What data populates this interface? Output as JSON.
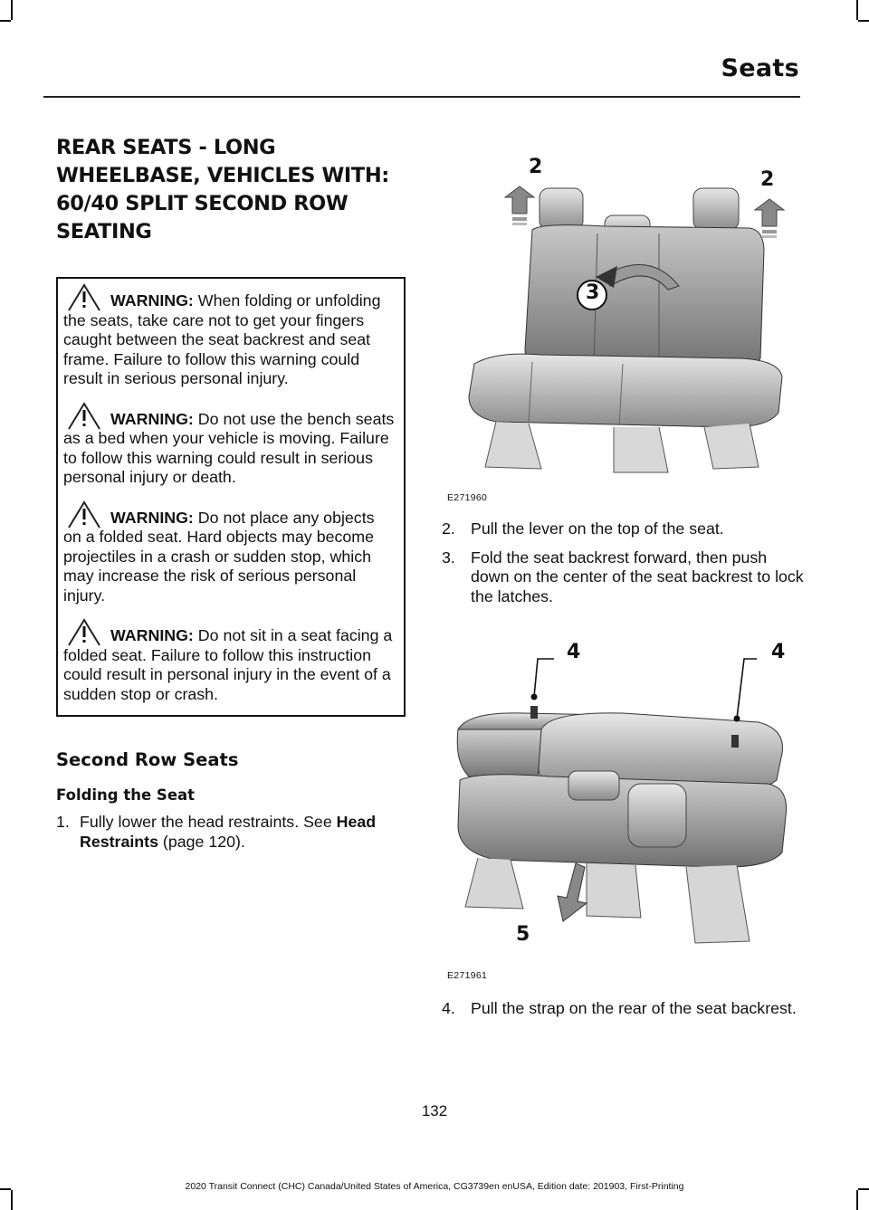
{
  "header": {
    "title": "Seats"
  },
  "section_title": [
    "REAR SEATS - LONG",
    "WHEELBASE, VEHICLES WITH:",
    "60/40 SPLIT SECOND ROW",
    "SEATING"
  ],
  "warnings": [
    {
      "label": "WARNING:",
      "text": " When folding or unfolding the seats, take care not to get your fingers caught between the seat backrest and seat frame. Failure to follow this warning could result in serious personal injury."
    },
    {
      "label": "WARNING:",
      "text": " Do not use the bench seats as a bed when your vehicle is moving. Failure to follow this warning could result in serious personal injury or death."
    },
    {
      "label": "WARNING:",
      "text": " Do not place any objects on a folded seat. Hard objects may become projectiles in a crash or sudden stop, which may increase the risk of serious personal injury."
    },
    {
      "label": "WARNING:",
      "text": " Do not sit in a seat facing a folded seat. Failure to follow this instruction could result in personal injury in the event of a sudden stop or crash."
    }
  ],
  "subsection": "Second Row Seats",
  "subsubsection": "Folding the Seat",
  "step1": {
    "num": "1.",
    "text": "Fully lower the head restraints.  See ",
    "link": "Head Restraints",
    "ref": " (page 120)."
  },
  "figure1": {
    "id": "E271960",
    "callouts": [
      "2",
      "2",
      "3"
    ]
  },
  "step2": {
    "num": "2.",
    "text": "Pull the lever on the top of the seat."
  },
  "step3": {
    "num": "3.",
    "text": "Fold the seat backrest forward, then push down on the center of the seat backrest to lock the latches."
  },
  "figure2": {
    "id": "E271961",
    "callouts": [
      "4",
      "4",
      "5"
    ]
  },
  "step4": {
    "num": "4.",
    "text": "Pull the strap on the rear of the seat backrest."
  },
  "page_number": "132",
  "footer": "2020 Transit Connect (CHC) Canada/United States of America, CG3739en enUSA, Edition date: 201903, First-Printing"
}
